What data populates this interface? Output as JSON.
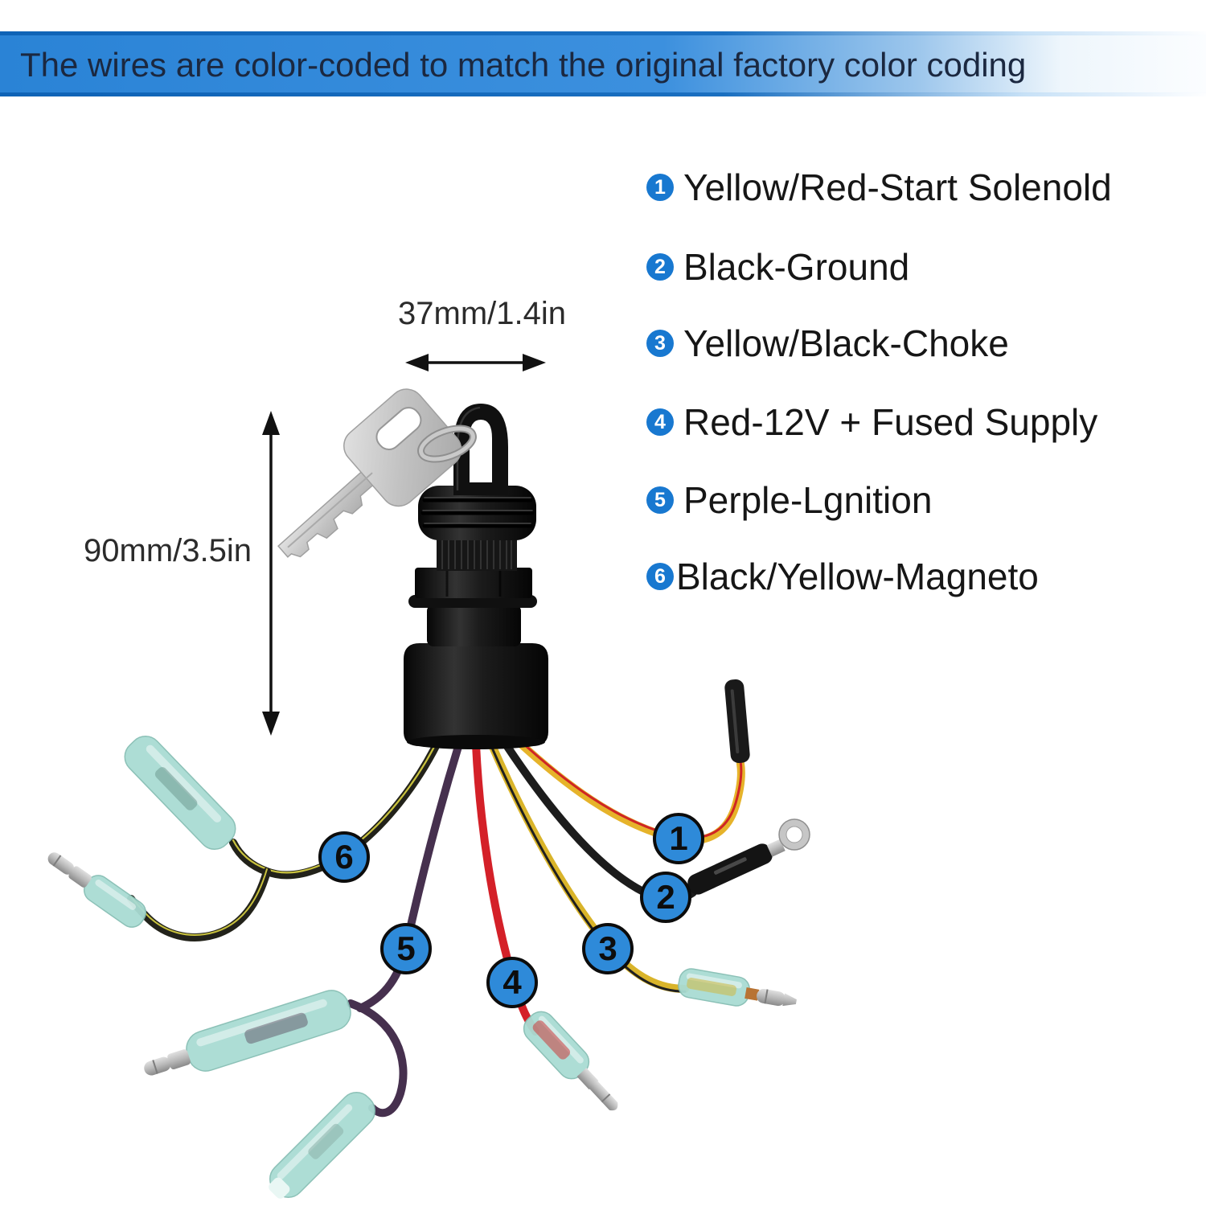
{
  "banner": {
    "title": "The wires are color-coded to match the original factory color coding",
    "bg_color_left": "#2a83d6",
    "border_color": "#0f63b6",
    "text_color": "#1b2840"
  },
  "dimensions": {
    "width_label": "37mm/1.4in",
    "height_label": "90mm/3.5in"
  },
  "legend": {
    "bullet_color": "#1878d0",
    "items": [
      {
        "num": "1",
        "label": "Yellow/Red-Start Solenold"
      },
      {
        "num": "2",
        "label": "Black-Ground"
      },
      {
        "num": "3",
        "label": "Yellow/Black-Choke"
      },
      {
        "num": "4",
        "label": "Red-12V + Fused Supply"
      },
      {
        "num": "5",
        "label": "Perple-Lgnition"
      },
      {
        "num": "6",
        "label": "Black/Yellow-Magneto"
      }
    ]
  },
  "callouts": {
    "fill_color": "#2e8ad9",
    "items": [
      "1",
      "2",
      "3",
      "4",
      "5",
      "6"
    ]
  },
  "wires": {
    "yellow_red": {
      "base": "#e6b32a",
      "stripe": "#cf2525"
    },
    "black": {
      "base": "#1c1c1c"
    },
    "yellow_black": {
      "base": "#d9b42a",
      "stripe": "#1f1f1f"
    },
    "red": {
      "base": "#d42028"
    },
    "purple": {
      "base": "#46304e"
    },
    "black_yellow": {
      "base": "#22221a",
      "stripe": "#c9c23e"
    },
    "connector_color": "#a9dcd3"
  }
}
